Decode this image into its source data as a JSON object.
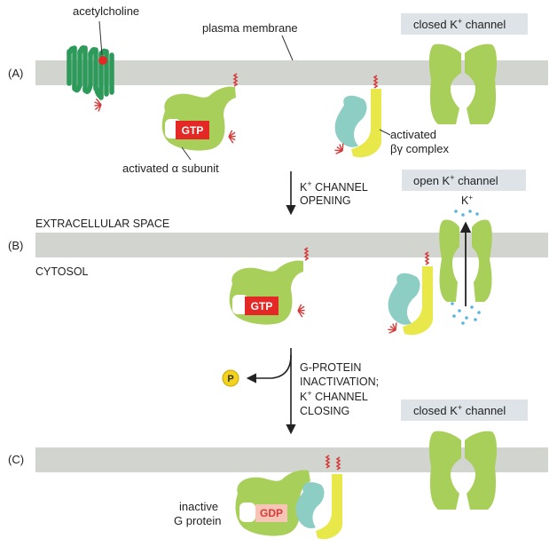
{
  "labels": {
    "acetylcholine": "acetylcholine",
    "plasma_membrane": "plasma membrane",
    "closed_channel_a": "closed K",
    "closed_channel_a_sup": "+",
    "closed_channel_a_tail": " channel",
    "panel_a": "(A)",
    "gtp_a": "GTP",
    "activated_alpha": "activated α subunit",
    "activated": "activated",
    "beta_gamma": "βγ complex",
    "step1_line1_pre": "K",
    "step1_line1_sup": "+",
    "step1_line1_post": " CHANNEL",
    "step1_line2": "OPENING",
    "open_channel": "open K",
    "open_channel_sup": "+",
    "open_channel_tail": " channel",
    "k_ion": "K",
    "k_ion_sup": "+",
    "extracellular": "EXTRACELLULAR SPACE",
    "panel_b": "(B)",
    "cytosol": "CYTOSOL",
    "gtp_b": "GTP",
    "step2_line1": "G-PROTEIN",
    "step2_line2": "INACTIVATION;",
    "step2_line3_pre": "K",
    "step2_line3_sup": "+",
    "step2_line3_post": " CHANNEL",
    "step2_line4": "CLOSING",
    "phosphate": "P",
    "closed_channel_c": "closed K",
    "closed_channel_c_sup": "+",
    "closed_channel_c_tail": " channel",
    "panel_c": "(C)",
    "inactive_line1": "inactive",
    "inactive_line2": "G protein",
    "gdp": "GDP"
  },
  "colors": {
    "membrane": "#d2d4cf",
    "alpha_subunit": "#a9cf5b",
    "gtp_box": "#e32826",
    "gdp_box": "#f6c5b5",
    "beta_subunit": "#8ccdc4",
    "gamma_subunit": "#e8e84a",
    "receptor": "#2e9a5a",
    "channel": "#a9cf5b",
    "lipid_anchor": "#d63a3a",
    "ion": "#5ab4e0",
    "phosphate": "#f2d21a",
    "tag_box": "#dde3e7"
  }
}
